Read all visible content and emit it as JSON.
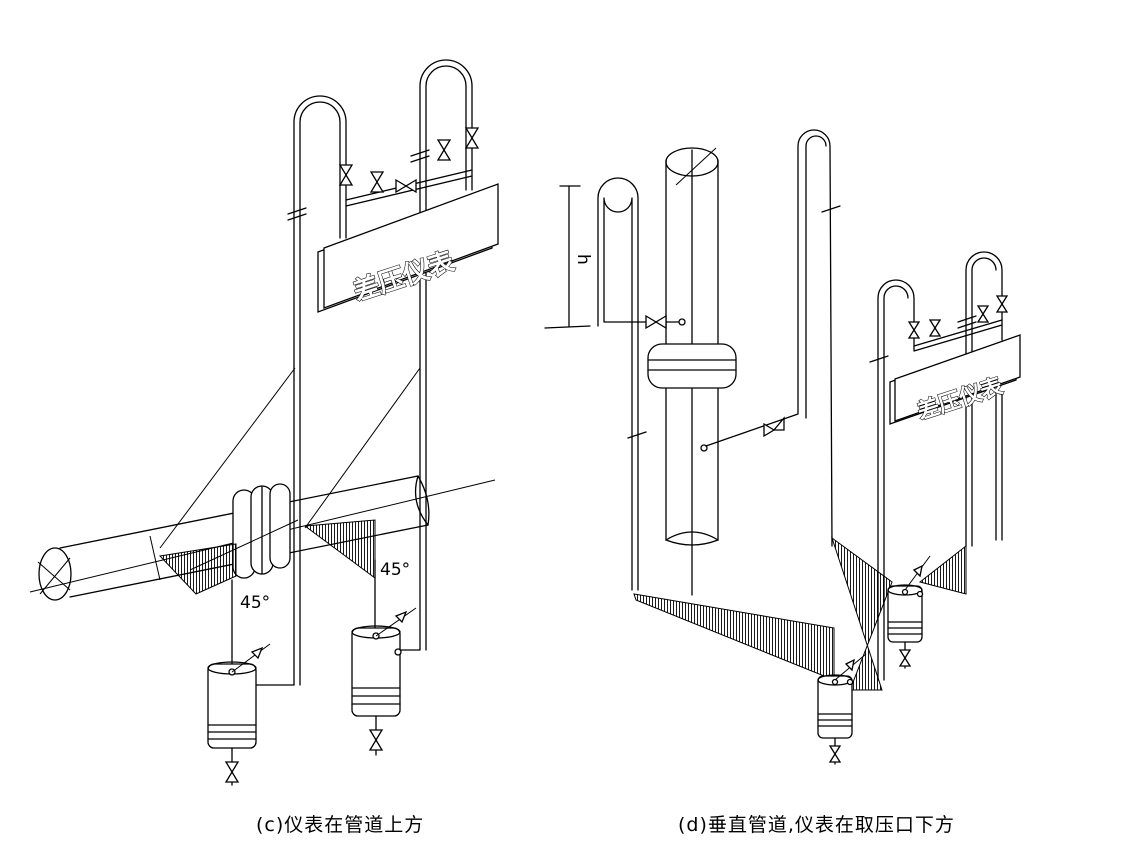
{
  "diagram_c": {
    "meter_label": "差压仪表",
    "angle_left": "45°",
    "angle_right": "45°",
    "caption": "(c)仪表在管道上方"
  },
  "diagram_d": {
    "meter_label": "差压仪表",
    "dimension_label": "h",
    "caption": "(d)垂直管道,仪表在取压口下方"
  }
}
